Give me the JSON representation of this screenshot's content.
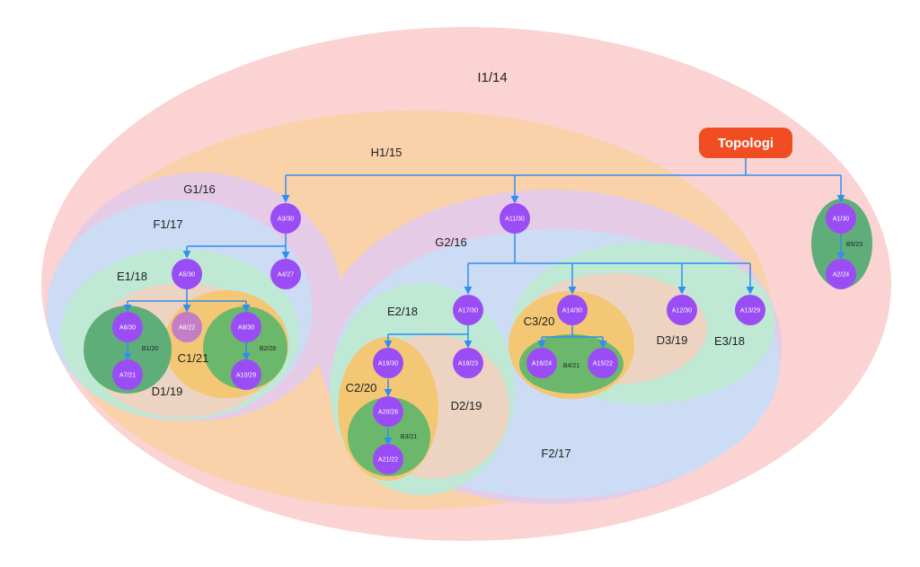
{
  "colors": {
    "pink": "#fbd3d3",
    "orange": "#f9d2a9",
    "lavender": "#e5cbe6",
    "blue": "#ccdcf4",
    "mint": "#bfe9d4",
    "tan": "#ecd3c2",
    "yellow": "#f4c774",
    "green": "#6bb86c",
    "darkgreen": "#5fae7a",
    "purple": "#9b4df5",
    "mauve": "#c47ec6",
    "connector": "#2f8ef2",
    "topology": "#f04d22"
  },
  "title": "Topologi",
  "regions": {
    "I1": "I1/14",
    "H1": "H1/15",
    "G1": "G1/16",
    "F1": "F1/17",
    "E1": "E1/18",
    "D1": "D1/19",
    "C1": "C1/21",
    "B1": "B1/20",
    "B2": "B2/28",
    "G2": "G2/16",
    "F2": "F2/17",
    "E2": "E2/18",
    "D2": "D2/19",
    "C2": "C2/20",
    "B3": "B3/21",
    "E3": "E3/18",
    "D3": "D3/19",
    "C3": "C3/20",
    "B4": "B4/21",
    "B5": "B5/23"
  },
  "nodes": {
    "A1": "A1/30",
    "A2": "A2/24",
    "A3": "A3/30",
    "A4": "A4/27",
    "A5": "A5/30",
    "A6": "A6/30",
    "A7": "A7/21",
    "A8": "A8/22",
    "A9": "A9/30",
    "A10": "A10/29",
    "A11": "A11/30",
    "A12": "A12/30",
    "A13": "A13/29",
    "A14": "A14/30",
    "A15": "A15/22",
    "A16": "A16/24",
    "A17": "A17/30",
    "A18": "A18/23",
    "A19": "A19/30",
    "A20": "A20/26",
    "A21": "A21/22"
  }
}
